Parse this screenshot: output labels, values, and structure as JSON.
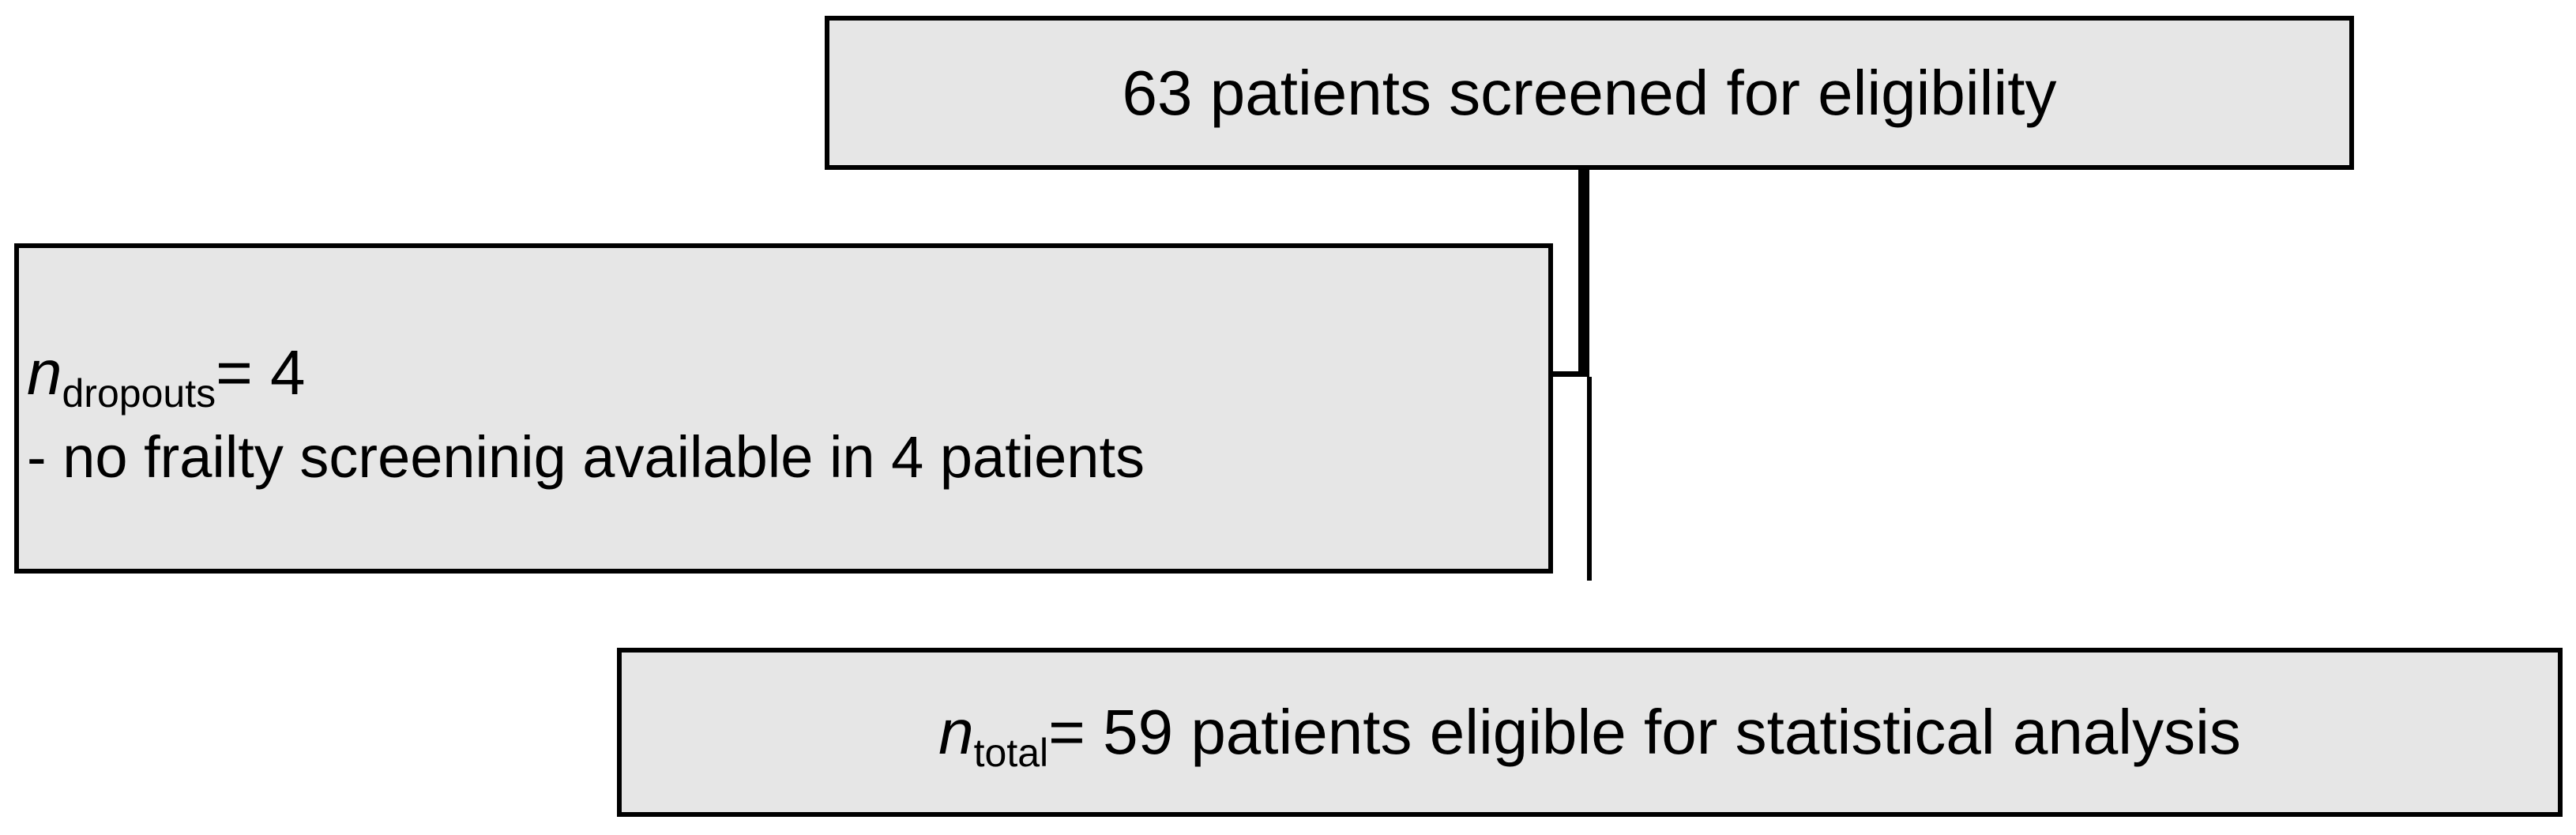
{
  "screened": {
    "text": "63 patients screened for eligibility"
  },
  "dropouts": {
    "var": "n",
    "sub": "dropouts",
    "value": "= 4",
    "reason": "- no frailty screeninig available in 4 patients"
  },
  "total": {
    "var": "n",
    "sub": "total",
    "text": "= 59 patients eligible for statistical analysis"
  }
}
